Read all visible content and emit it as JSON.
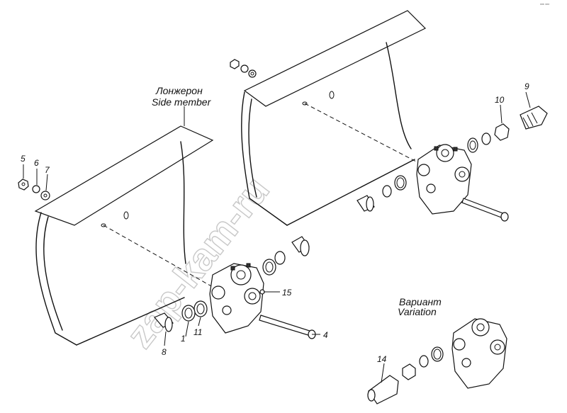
{
  "corner_mark": "*** ***",
  "watermark": "zap-kam-ru",
  "captions": {
    "side_member_ru": "Лонжерон",
    "side_member_en": "Side member",
    "variation_ru": "Вариант",
    "variation_en": "Variation"
  },
  "callouts": [
    "1",
    "4",
    "5",
    "6",
    "7",
    "8",
    "9",
    "10",
    "11",
    "14",
    "15"
  ]
}
